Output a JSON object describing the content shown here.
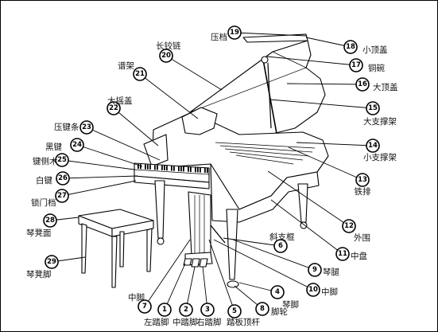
{
  "callouts": [
    {
      "id": "1",
      "label": "左踏脚"
    },
    {
      "id": "2",
      "label": "中踏脚"
    },
    {
      "id": "3",
      "label": "右踏脚"
    },
    {
      "id": "4",
      "label": "琴脚"
    },
    {
      "id": "5",
      "label": "踏板顶杆"
    },
    {
      "id": "6",
      "label": "斜支棍"
    },
    {
      "id": "7",
      "label": "中脚"
    },
    {
      "id": "8",
      "label": "脚轮"
    },
    {
      "id": "9",
      "label": "琴腿"
    },
    {
      "id": "10",
      "label": "中脚"
    },
    {
      "id": "11",
      "label": "中盘"
    },
    {
      "id": "12",
      "label": "外围"
    },
    {
      "id": "13",
      "label": "铁排"
    },
    {
      "id": "14",
      "label": "小支撑架"
    },
    {
      "id": "15",
      "label": "大支撑架"
    },
    {
      "id": "16",
      "label": "大顶盖"
    },
    {
      "id": "17",
      "label": "铜碗"
    },
    {
      "id": "18",
      "label": "小顶盖"
    },
    {
      "id": "19",
      "label": "压档"
    },
    {
      "id": "20",
      "label": "长铰链"
    },
    {
      "id": "21",
      "label": "谱架"
    },
    {
      "id": "22",
      "label": "大摇盖"
    },
    {
      "id": "23",
      "label": "压键条"
    },
    {
      "id": "24",
      "label": "黑键"
    },
    {
      "id": "25",
      "label": "键侧木"
    },
    {
      "id": "26",
      "label": "白键"
    },
    {
      "id": "27",
      "label": "锁门档"
    },
    {
      "id": "28",
      "label": "琴凳面"
    },
    {
      "id": "29",
      "label": "琴凳脚"
    }
  ]
}
